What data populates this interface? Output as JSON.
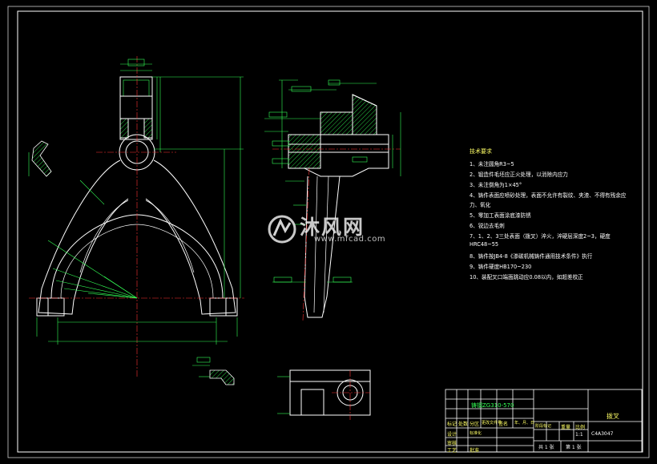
{
  "drawing": {
    "colors": {
      "background": "#000000",
      "outline": "#ffffff",
      "dimension": "#33ff55",
      "centerline": "#ff3333",
      "text": "#ffff66",
      "hatch": "#33ff55"
    }
  },
  "notes": {
    "title": "技术要求",
    "items": [
      "1、未注圆角R3~5",
      "2、锻造件毛坯应正火处理，以消除内应力",
      "3、未注倒角为1×45°",
      "4、铸件表面应喷砂处理，表面不允许有裂纹、夹渣、不得有残余应",
      "   力、氧化",
      "5、零加工表面涂底漆防锈",
      "6、锐边去毛刺",
      "7、1、2、3三处表面（拨叉）淬火，淬硬层深度2~3，硬度",
      "   HRC48~55",
      "8、铸件按JB4-8《渗碳机械铸件通用技术条件》执行",
      "9、铸件硬度HB170~230",
      "10、装配叉口端面跳动应0.08以内，如超差校正"
    ]
  },
  "watermark": {
    "brand": "沐风网",
    "url": "www.mfcad.com"
  },
  "title_block": {
    "material": "铸钢ZG310-570",
    "part_name": "拨叉",
    "drawing_no": "C4A3047",
    "scale": "1:1",
    "sheet": "共 1 张",
    "sheet_of": "第 1 张",
    "header_labels": [
      "标记",
      "处数",
      "分区",
      "更改文件号",
      "签名",
      "年、月、日"
    ],
    "role_labels": [
      "设计",
      "标准化",
      "审核",
      "工艺",
      "批准"
    ],
    "stage_labels": [
      "阶段标记",
      "重量",
      "比例"
    ]
  }
}
